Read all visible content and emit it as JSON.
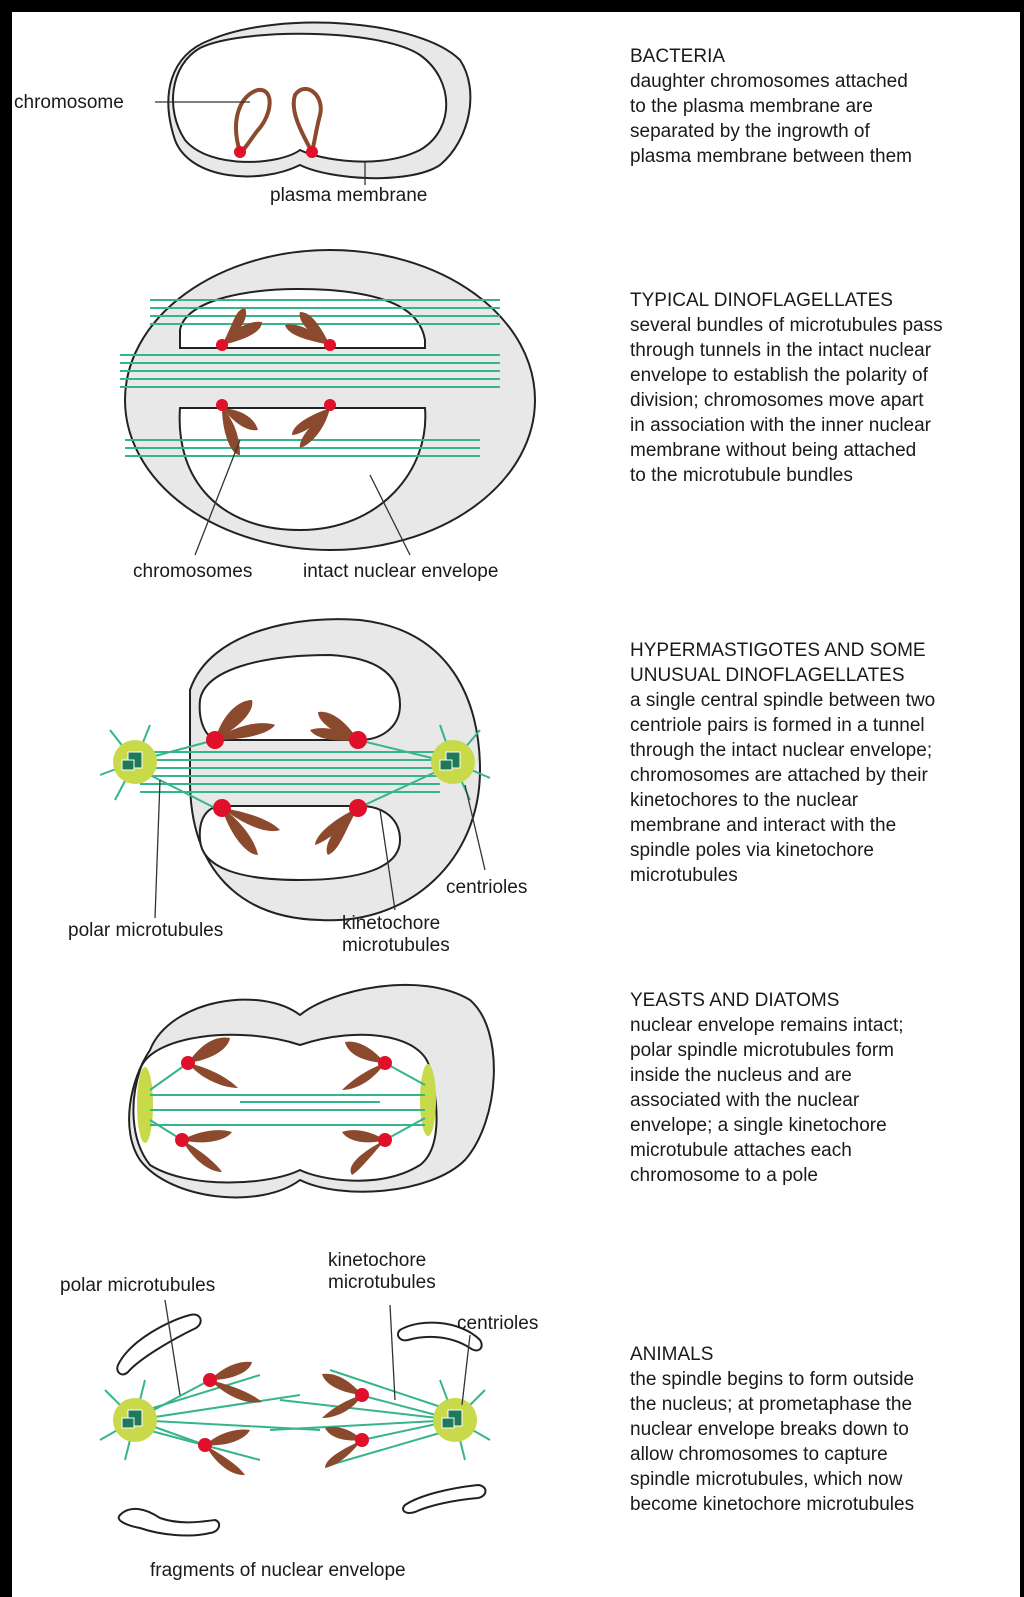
{
  "sections": [
    {
      "title": "BACTERIA",
      "body": "daughter chromosomes attached\nto the plasma membrane are\nseparated by the ingrowth of\nplasma membrane between them"
    },
    {
      "title": "TYPICAL DINOFLAGELLATES",
      "body": "several bundles of microtubules pass\nthrough tunnels in the intact nuclear\nenvelope to establish the polarity of\ndivision; chromosomes move apart\nin association with the inner nuclear\nmembrane without being attached\nto the microtubule bundles"
    },
    {
      "title": "HYPERMASTIGOTES AND SOME\nUNUSUAL DINOFLAGELLATES",
      "body": "a single central spindle between two\ncentriole pairs is formed in a tunnel\nthrough the intact nuclear envelope;\nchromosomes are attached by their\nkinetochores to the nuclear\nmembrane and interact with the\nspindle poles via kinetochore\nmicrotubules"
    },
    {
      "title": "YEASTS AND DIATOMS",
      "body": "nuclear envelope remains intact;\npolar spindle microtubules form\ninside the nucleus and are\nassociated with the nuclear\nenvelope; a single kinetochore\nmicrotubule attaches each\nchromosome to a pole"
    },
    {
      "title": "ANIMALS",
      "body": "the spindle begins to form outside\nthe nucleus; at prometaphase the\nnuclear envelope breaks down to\nallow chromosomes to capture\nspindle microtubules, which now\nbecome kinetochore microtubules"
    }
  ],
  "labels": {
    "chromosome": "chromosome",
    "plasma_membrane": "plasma membrane",
    "chromosomes": "chromosomes",
    "intact_nuclear_envelope": "intact nuclear envelope",
    "centrioles_1": "centrioles",
    "polar_microtubules_1": "polar microtubules",
    "kinetochore_microtubules_1": "kinetochore\nmicrotubules",
    "polar_microtubules_2": "polar microtubules",
    "kinetochore_microtubules_2": "kinetochore\nmicrotubules",
    "centrioles_2": "centrioles",
    "fragments": "fragments of nuclear envelope"
  },
  "colors": {
    "chromosome": "#8b4a2e",
    "kinetochore": "#e0102a",
    "microtubule": "#35b58a",
    "envelope_fill": "#e8e8e8",
    "centrosome": "#c8d94a",
    "centriole": "#1f7a5a"
  }
}
